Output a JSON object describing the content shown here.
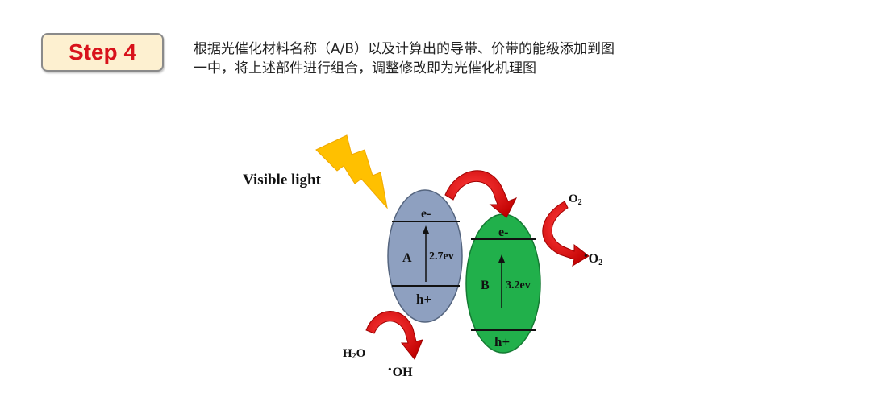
{
  "step_label": "Step 4",
  "instruction": {
    "line1": "根据光催化材料名称（A/B）以及计算出的导带、价带的能级添加到图",
    "line2": "一中，将上述部件进行组合，调整修改即为光催化机理图"
  },
  "diagram": {
    "light_label": "Visible light",
    "semiconductor_a": {
      "name": "A",
      "electron": "e-",
      "hole": "h+",
      "gap": "2.7ev",
      "color": "#8ea0c0"
    },
    "semiconductor_b": {
      "name": "B",
      "electron": "e-",
      "hole": "h+",
      "gap": "3.2ev",
      "color": "#21b04b"
    },
    "reactions": {
      "o2": "O",
      "o2_sub": "2",
      "superoxide_dot": "·",
      "superoxide": "O",
      "superoxide_sub": "2",
      "superoxide_sup": "-",
      "water": "H",
      "water_sub": "2",
      "water_tail": "O",
      "hydroxyl_dot": "·",
      "hydroxyl": "OH"
    },
    "arrow_color": "#e3141b",
    "bolt_color": "#ffc000"
  }
}
